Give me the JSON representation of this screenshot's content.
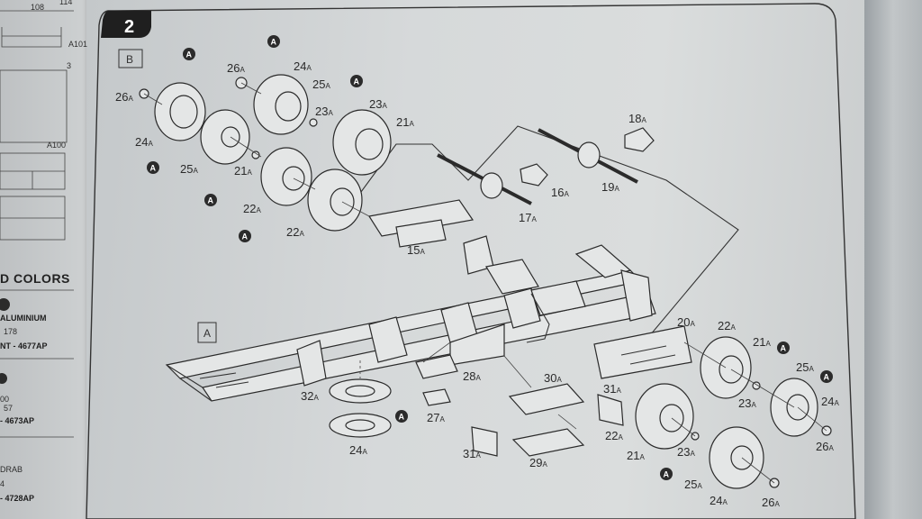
{
  "step": {
    "number": "2"
  },
  "boxes": {
    "a": "A",
    "b": "B"
  },
  "sidebar": {
    "top_numbers": [
      "108",
      "114"
    ],
    "part_label_1": "A101",
    "part_label_2": "3",
    "part_label_3": "A100",
    "colors_heading": "D COLORS",
    "paints": [
      {
        "name": "ALUMINIUM",
        "code": "178",
        "ref": "NT - 4677AP"
      },
      {
        "name": "00",
        "code": "57",
        "ref": "- 4673AP"
      },
      {
        "name": "DRAB",
        "code": "4",
        "ref": "- 4728AP"
      }
    ]
  },
  "callout_marker": "A",
  "labels": [
    {
      "text": "26",
      "sub": "A"
    },
    {
      "text": "24",
      "sub": "A"
    },
    {
      "text": "25",
      "sub": "A"
    },
    {
      "text": "26",
      "sub": "A"
    },
    {
      "text": "24",
      "sub": "A"
    },
    {
      "text": "25",
      "sub": "A"
    },
    {
      "text": "23",
      "sub": "A"
    },
    {
      "text": "21",
      "sub": "A"
    },
    {
      "text": "22",
      "sub": "A"
    },
    {
      "text": "23",
      "sub": "A"
    },
    {
      "text": "21",
      "sub": "A"
    },
    {
      "text": "22",
      "sub": "A"
    },
    {
      "text": "18",
      "sub": "A"
    },
    {
      "text": "16",
      "sub": "A"
    },
    {
      "text": "19",
      "sub": "A"
    },
    {
      "text": "17",
      "sub": "A"
    },
    {
      "text": "15",
      "sub": "A"
    },
    {
      "text": "20",
      "sub": "A"
    },
    {
      "text": "22",
      "sub": "A"
    },
    {
      "text": "21",
      "sub": "A"
    },
    {
      "text": "25",
      "sub": "A"
    },
    {
      "text": "24",
      "sub": "A"
    },
    {
      "text": "23",
      "sub": "A"
    },
    {
      "text": "26",
      "sub": "A"
    },
    {
      "text": "28",
      "sub": "A"
    },
    {
      "text": "30",
      "sub": "A"
    },
    {
      "text": "31",
      "sub": "A"
    },
    {
      "text": "32",
      "sub": "A"
    },
    {
      "text": "27",
      "sub": "A"
    },
    {
      "text": "24",
      "sub": "A"
    },
    {
      "text": "22",
      "sub": "A"
    },
    {
      "text": "21",
      "sub": "A"
    },
    {
      "text": "23",
      "sub": "A"
    },
    {
      "text": "31",
      "sub": "A"
    },
    {
      "text": "29",
      "sub": "A"
    },
    {
      "text": "25",
      "sub": "A"
    },
    {
      "text": "24",
      "sub": "A"
    },
    {
      "text": "26",
      "sub": "A"
    }
  ],
  "colors": {
    "ink": "#2b2b2b",
    "paper": "#d9dcdd",
    "step_badge": "#1f1f1f"
  }
}
